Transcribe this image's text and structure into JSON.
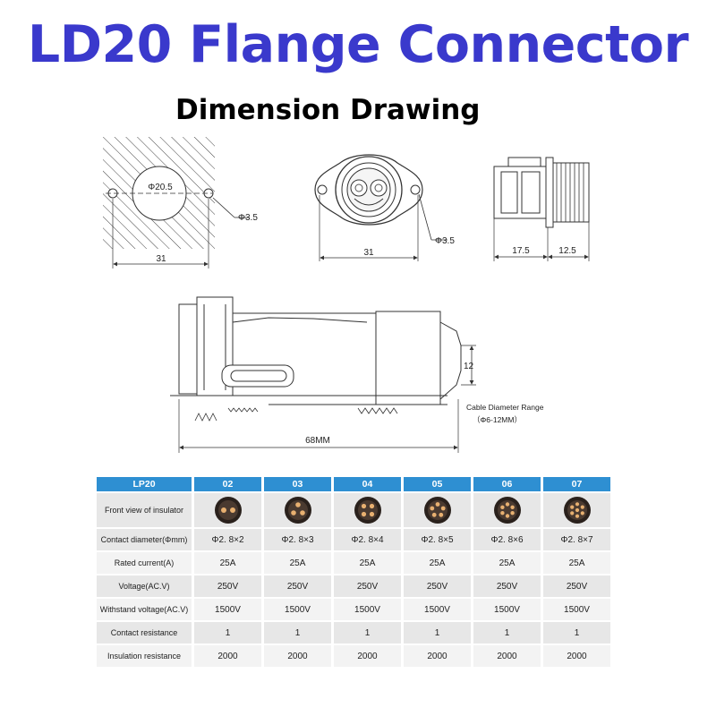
{
  "title": "LD20 Flange Connector",
  "subtitle": "Dimension Drawing",
  "drawings": {
    "panel_cutout": {
      "hole_dia": "Φ20.5",
      "screw_dia": "Φ3.5",
      "width": "31"
    },
    "front_view": {
      "screw_dia": "Φ3.5",
      "width": "31"
    },
    "side_view": {
      "dim_a": "17.5",
      "dim_b": "12.5"
    },
    "assembly": {
      "cable_height": "12",
      "cable_range_label": "Cable Diameter Range",
      "cable_range_value": "（Φ6-12MM）",
      "length": "68MM"
    }
  },
  "table": {
    "header": [
      "LP20",
      "02",
      "03",
      "04",
      "05",
      "06",
      "07"
    ],
    "rows": [
      {
        "label": "Front view of insulator",
        "values": [
          "",
          "",
          "",
          "",
          "",
          ""
        ]
      },
      {
        "label": "Contact diameter(Φmm)",
        "values": [
          "Φ2. 8×2",
          "Φ2. 8×3",
          "Φ2. 8×4",
          "Φ2. 8×5",
          "Φ2. 8×6",
          "Φ2. 8×7"
        ]
      },
      {
        "label": "Rated current(A)",
        "values": [
          "25A",
          "25A",
          "25A",
          "25A",
          "25A",
          "25A"
        ]
      },
      {
        "label": "Voltage(AC.V)",
        "values": [
          "250V",
          "250V",
          "250V",
          "250V",
          "250V",
          "250V"
        ]
      },
      {
        "label": "Withstand voltage(AC.V)",
        "values": [
          "1500V",
          "1500V",
          "1500V",
          "1500V",
          "1500V",
          "1500V"
        ]
      },
      {
        "label": "Contact resistance",
        "values": [
          "1",
          "1",
          "1",
          "1",
          "1",
          "1"
        ]
      },
      {
        "label": "Insulation resistance",
        "values": [
          "2000",
          "2000",
          "2000",
          "2000",
          "2000",
          "2000"
        ]
      }
    ],
    "header_color": "#2e8fd2"
  }
}
